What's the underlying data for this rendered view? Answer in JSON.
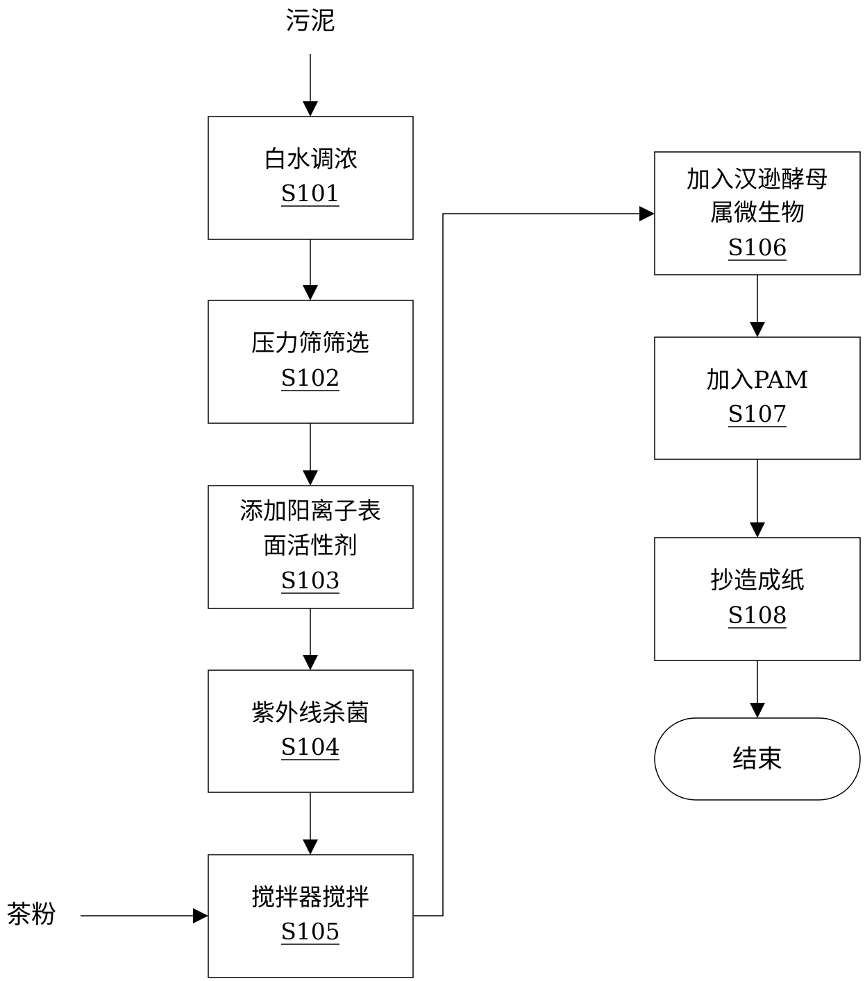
{
  "inputs": {
    "sludge": "污泥",
    "tea_powder": "茶粉"
  },
  "steps": [
    {
      "lines": [
        "白水调浓"
      ],
      "code": "S101"
    },
    {
      "lines": [
        "压力筛筛选"
      ],
      "code": "S102"
    },
    {
      "lines": [
        "添加阳离子表",
        "面活性剂"
      ],
      "code": "S103"
    },
    {
      "lines": [
        "紫外线杀菌"
      ],
      "code": "S104"
    },
    {
      "lines": [
        "搅拌器搅拌"
      ],
      "code": "S105"
    },
    {
      "lines": [
        "加入汉逊酵母",
        "属微生物"
      ],
      "code": "S106"
    },
    {
      "lines": [
        "加入PAM"
      ],
      "code": "S107"
    },
    {
      "lines": [
        "抄造成纸"
      ],
      "code": "S108"
    }
  ],
  "end": {
    "label": "结束"
  }
}
